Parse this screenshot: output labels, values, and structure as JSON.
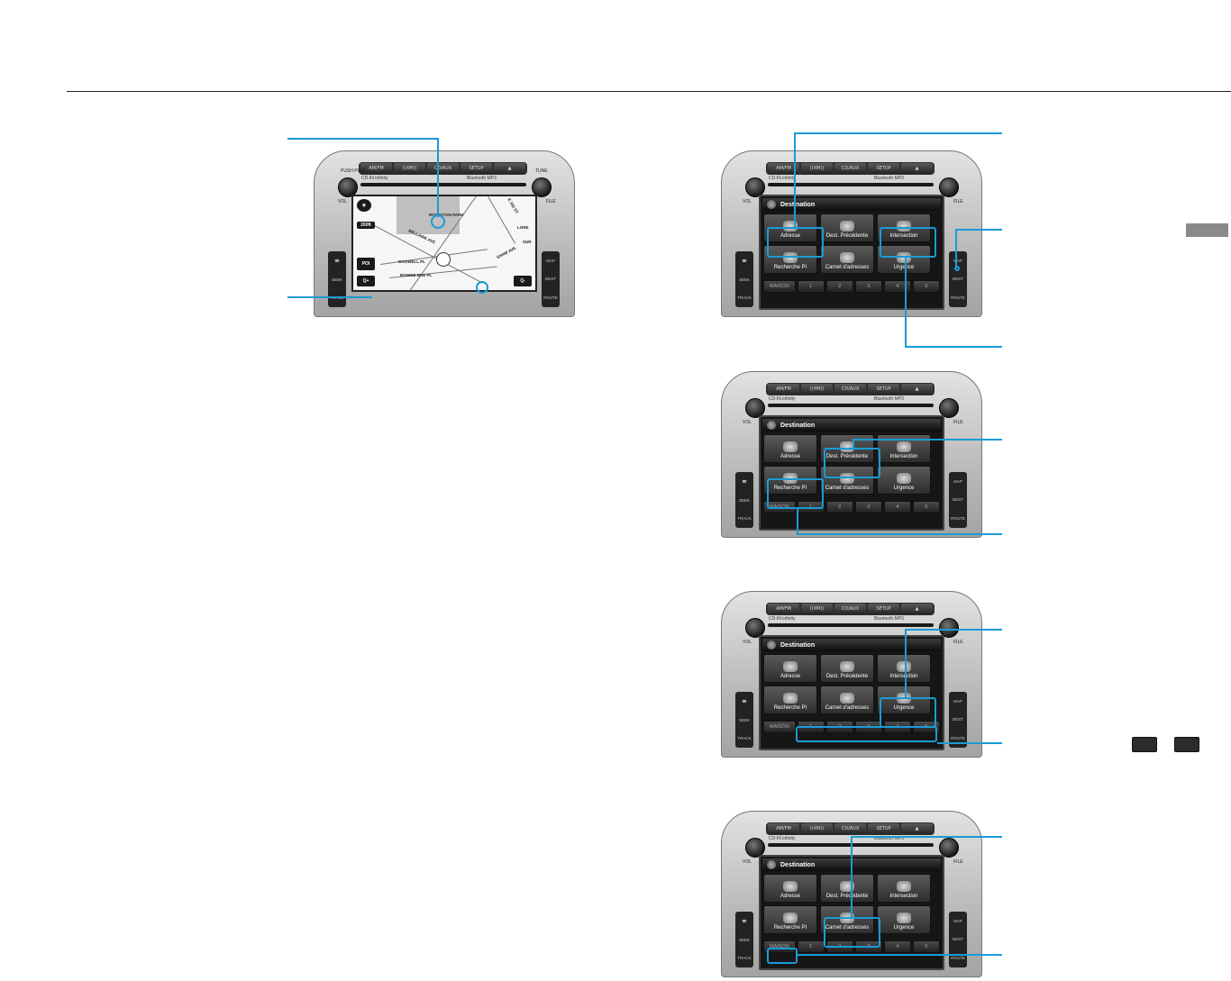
{
  "head_unit": {
    "top_buttons": [
      "AM/FM",
      "((XM))",
      "CD/AUX",
      "SETUP",
      "▲"
    ],
    "brand_left": "CD-IN  infinity",
    "brand_right": "Bluetooth  MP3",
    "left_knob_label": "VOL",
    "left_knob_top_label": "PUSH PWR",
    "right_knob_label": "FILE",
    "right_knob_top_label": "TUNE",
    "left_side_buttons": [
      "☎",
      "SEEK",
      "TRACK"
    ],
    "right_side_buttons": [
      "MAP",
      "DEST",
      "ROUTE"
    ]
  },
  "map_screen": {
    "park_label": "IRVINGTON PARK",
    "streets": [
      "BELLAIRE AVE",
      "DOGWELL PL",
      "BONNIE BRE PL",
      "SHAW AVE",
      "LORE",
      "SUR",
      "E 183 ST"
    ],
    "scale_label": "200ft",
    "poi_button": "POI",
    "zoom_in": "Q+",
    "zoom_out": "Q-"
  },
  "destination_screen": {
    "header": "Destination",
    "buttons": [
      "Adresse",
      "Dest. Précédente",
      "Intersection",
      "Recherche PI",
      "Carnet d'adresses",
      "Urgence"
    ],
    "presets": [
      "MAISON",
      "1",
      "2",
      "3",
      "4",
      "5"
    ]
  }
}
